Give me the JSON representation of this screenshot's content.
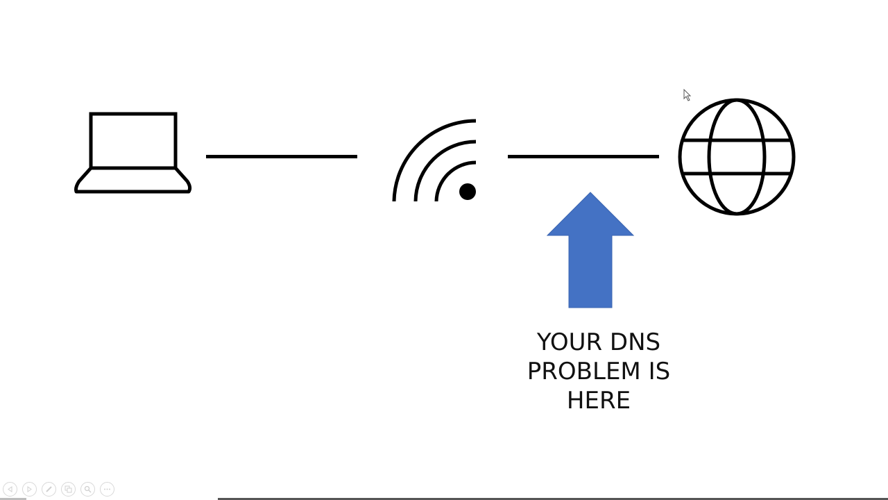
{
  "diagram": {
    "nodes": [
      {
        "id": "laptop",
        "icon": "laptop-icon"
      },
      {
        "id": "wifi",
        "icon": "wifi-icon"
      },
      {
        "id": "internet",
        "icon": "globe-icon"
      }
    ],
    "links": [
      {
        "from": "laptop",
        "to": "wifi"
      },
      {
        "from": "wifi",
        "to": "internet"
      }
    ],
    "arrow": {
      "direction": "up",
      "color": "#4472C4",
      "points_to": "wifi-to-internet link"
    },
    "caption": {
      "line1": "YOUR DNS",
      "line2": "PROBLEM IS",
      "line3": "HERE"
    }
  },
  "slideshow_controls": [
    {
      "name": "previous",
      "icon": "previous-icon"
    },
    {
      "name": "next",
      "icon": "next-icon"
    },
    {
      "name": "pen",
      "icon": "pen-icon"
    },
    {
      "name": "slides",
      "icon": "slides-icon"
    },
    {
      "name": "zoom",
      "icon": "zoom-icon"
    },
    {
      "name": "more",
      "icon": "more-icon"
    }
  ],
  "colors": {
    "arrow": "#4472C4",
    "stroke": "#000000",
    "background": "#FFFFFF"
  }
}
